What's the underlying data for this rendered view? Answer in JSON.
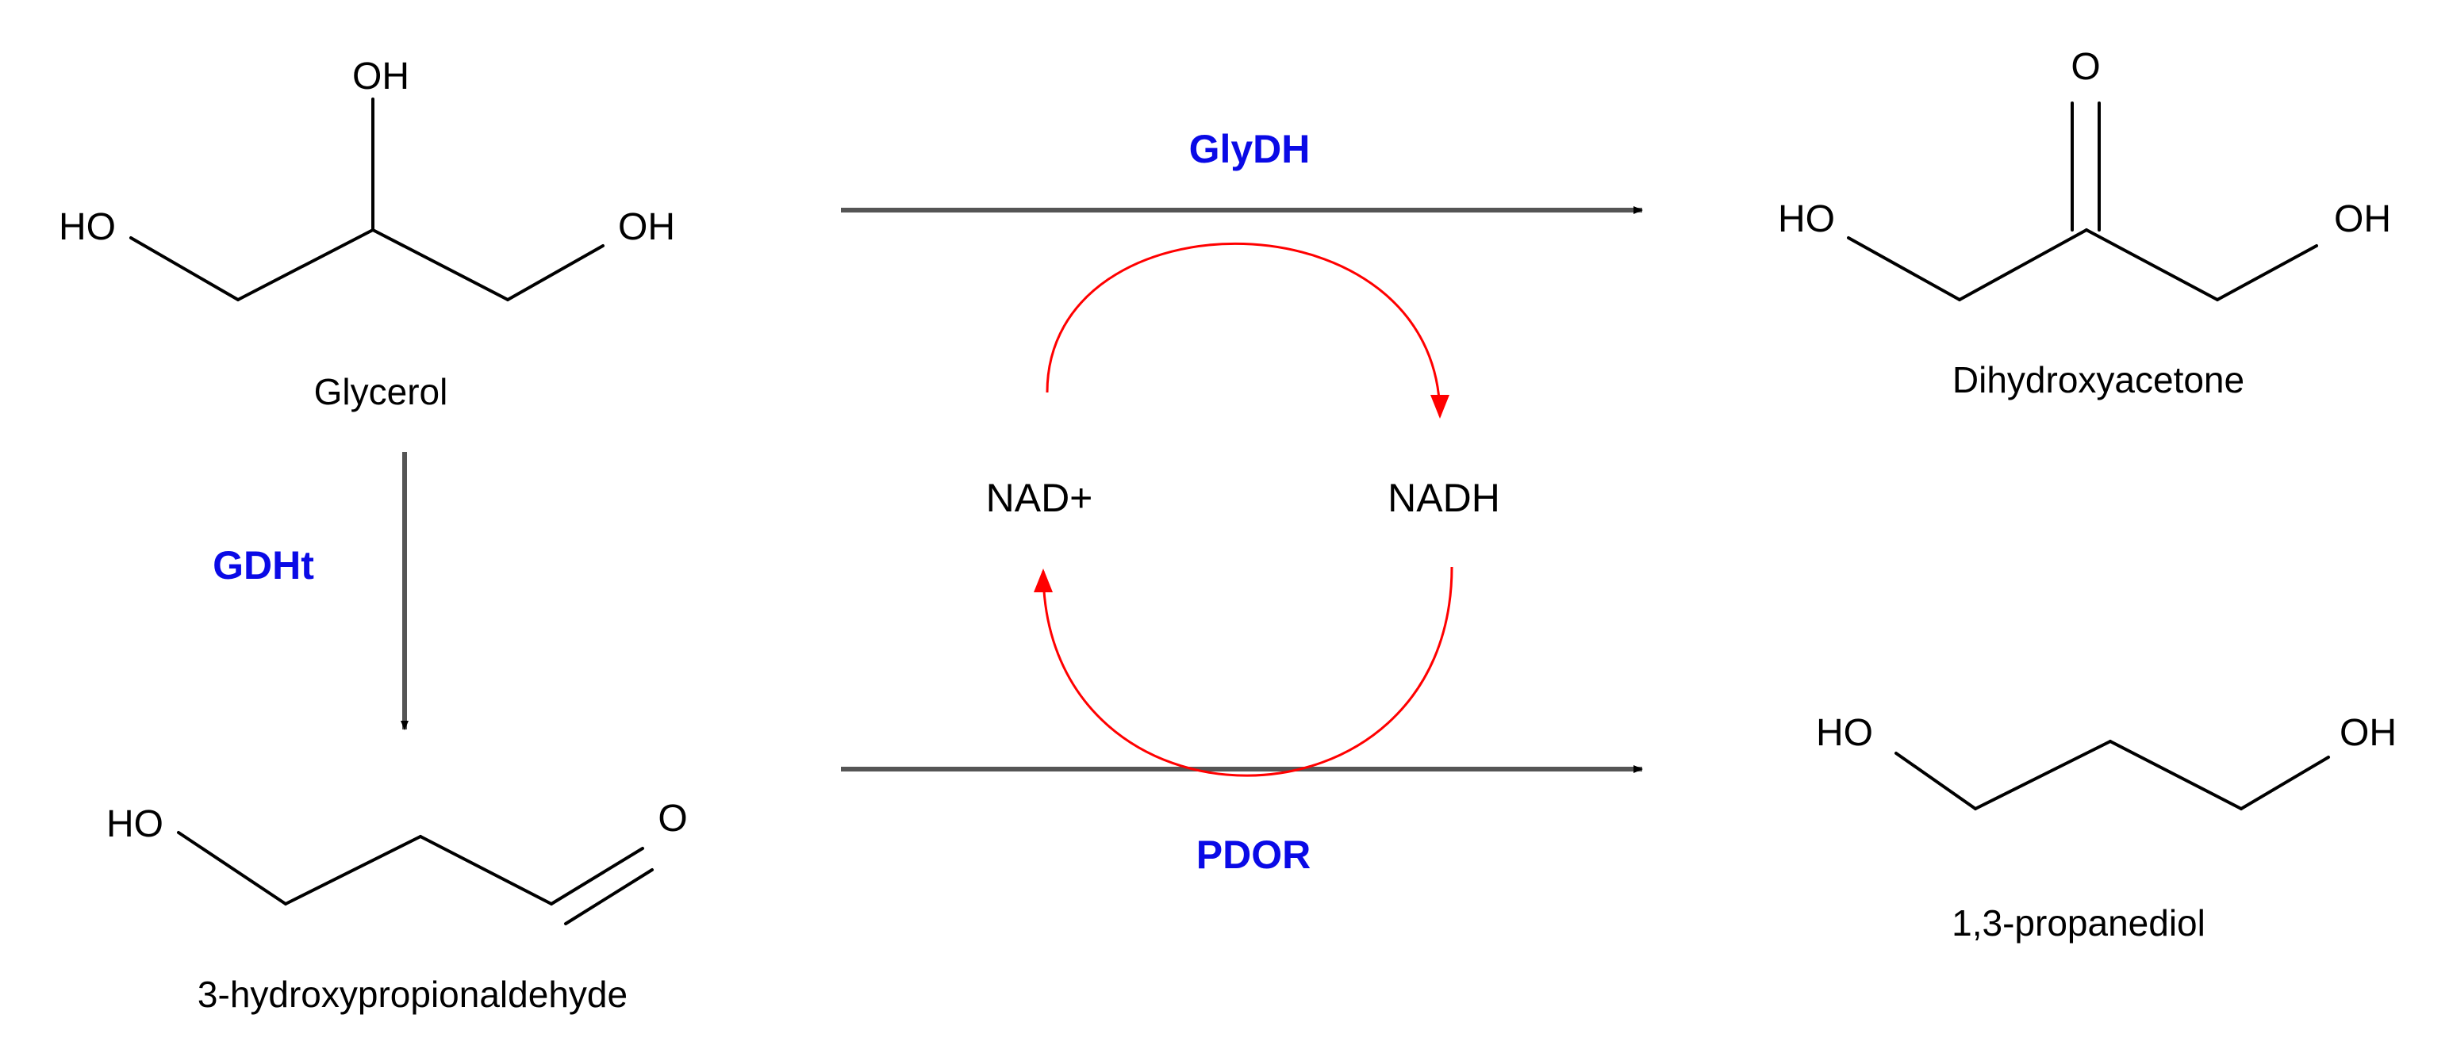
{
  "colors": {
    "enzyme": "#0a0ae6",
    "cofactor_cycle": "#ff0000",
    "reaction_arrow": "#555555",
    "bond": "#000000"
  },
  "glycerol": {
    "name": "Glycerol",
    "oh_top": "OH",
    "oh_left": "HO",
    "oh_right": "OH"
  },
  "dihydroxyacetone": {
    "name": "Dihydroxyacetone",
    "o_top": "O",
    "oh_left": "HO",
    "oh_right": "OH"
  },
  "hpa": {
    "name": "3-hydroxypropionaldehyde",
    "oh_left": "HO",
    "o_right": "O"
  },
  "pdo": {
    "name": "1,3-propanediol",
    "oh_left": "HO",
    "oh_right": "OH"
  },
  "enzymes": {
    "top": "GlyDH",
    "left": "GDHt",
    "bottom": "PDOR"
  },
  "cofactors": {
    "oxidized": "NAD+",
    "reduced": "NADH"
  }
}
